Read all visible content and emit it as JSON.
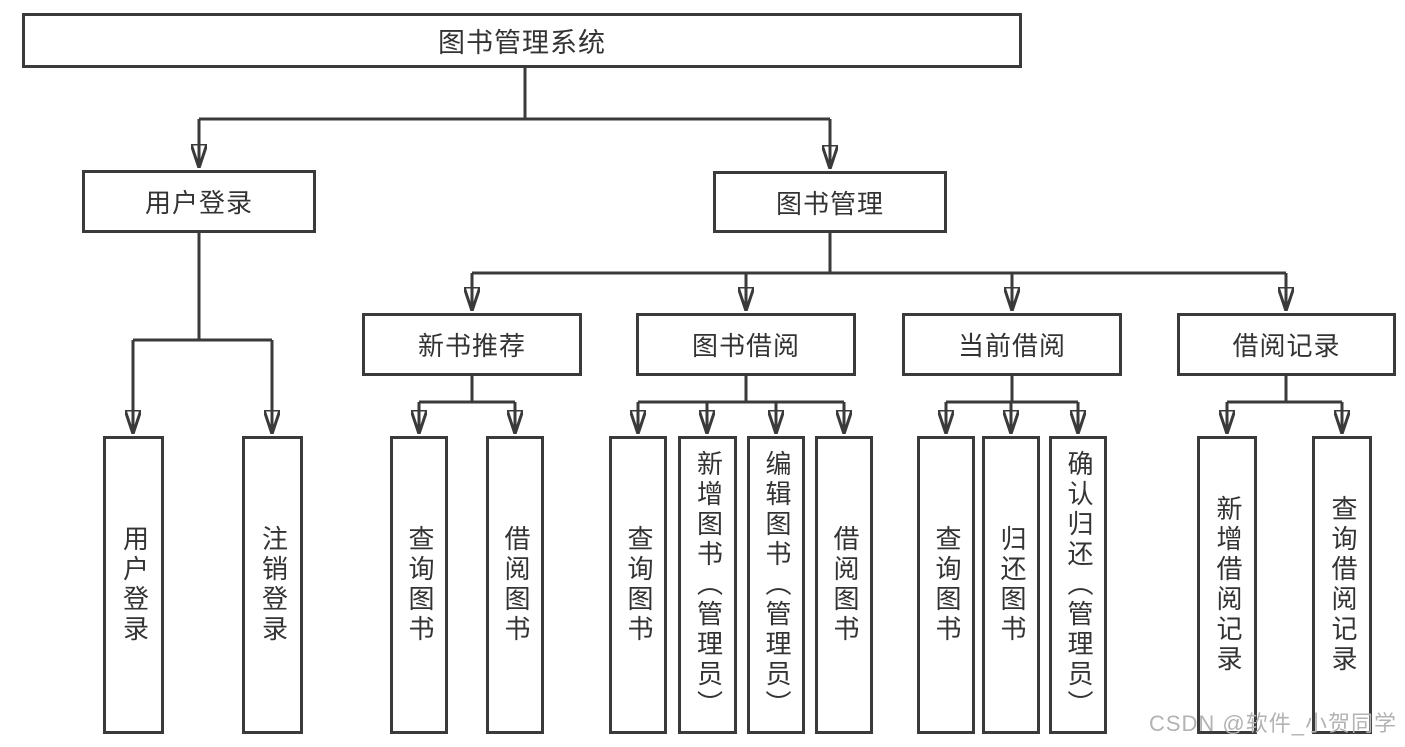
{
  "diagram_type": "hierarchy-tree",
  "colors": {
    "line": "#3a3a3a",
    "box_border": "#3a3a3a",
    "box_background": "#ffffff",
    "text": "#333333",
    "watermark": "#b3b3b3",
    "page_background": "#ffffff"
  },
  "tree": {
    "root": "图书管理系统",
    "children": [
      {
        "label": "用户登录",
        "children": [
          {
            "label": "用户登录"
          },
          {
            "label": "注销登录"
          }
        ]
      },
      {
        "label": "图书管理",
        "children": [
          {
            "label": "新书推荐",
            "children": [
              {
                "label": "查询图书"
              },
              {
                "label": "借阅图书"
              }
            ]
          },
          {
            "label": "图书借阅",
            "children": [
              {
                "label": "查询图书"
              },
              {
                "label": "新增图书（管理员）"
              },
              {
                "label": "编辑图书（管理员）"
              },
              {
                "label": "借阅图书"
              }
            ]
          },
          {
            "label": "当前借阅",
            "children": [
              {
                "label": "查询图书"
              },
              {
                "label": "归还图书"
              },
              {
                "label": "确认归还（管理员）"
              }
            ]
          },
          {
            "label": "借阅记录",
            "children": [
              {
                "label": "新增借阅记录"
              },
              {
                "label": "查询借阅记录"
              }
            ]
          }
        ]
      }
    ]
  },
  "watermark": {
    "text": "CSDN @软件_小贺同学"
  }
}
